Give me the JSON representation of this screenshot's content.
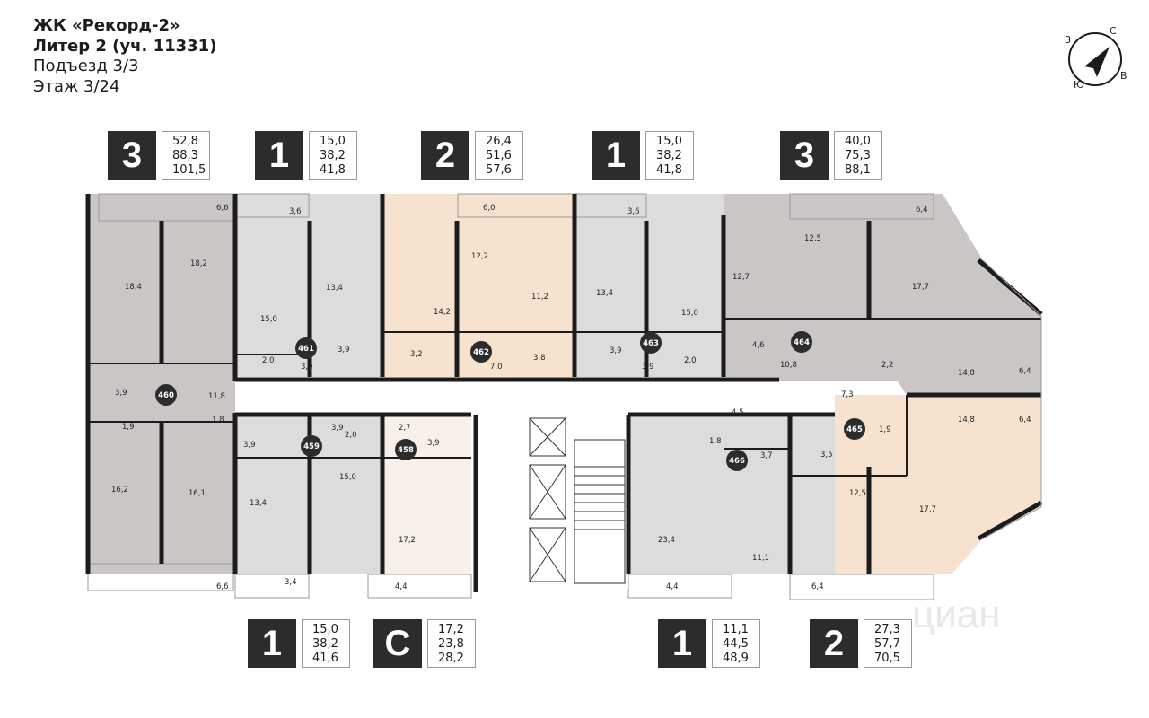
{
  "header": {
    "complex": "ЖК «Рекорд-2»",
    "liter": "Литер 2 (уч. 11331)",
    "entrance": "Подъезд 3/3",
    "floor": "Этаж 3/24"
  },
  "compass": {
    "n": "С",
    "s": "Ю",
    "w": "З",
    "e": "В"
  },
  "watermark": "циан",
  "cards_top": [
    {
      "rooms": "3",
      "a1": "52,8",
      "a2": "88,3",
      "a3": "101,5"
    },
    {
      "rooms": "1",
      "a1": "15,0",
      "a2": "38,2",
      "a3": "41,8"
    },
    {
      "rooms": "2",
      "a1": "26,4",
      "a2": "51,6",
      "a3": "57,6"
    },
    {
      "rooms": "1",
      "a1": "15,0",
      "a2": "38,2",
      "a3": "41,8"
    },
    {
      "rooms": "3",
      "a1": "40,0",
      "a2": "75,3",
      "a3": "88,1"
    }
  ],
  "cards_bottom": [
    {
      "rooms": "1",
      "a1": "15,0",
      "a2": "38,2",
      "a3": "41,6"
    },
    {
      "rooms": "С",
      "a1": "17,2",
      "a2": "23,8",
      "a3": "28,2"
    },
    {
      "rooms": "1",
      "a1": "11,1",
      "a2": "44,5",
      "a3": "48,9"
    },
    {
      "rooms": "2",
      "a1": "27,3",
      "a2": "57,7",
      "a3": "70,5"
    }
  ],
  "apartments": [
    "458",
    "459",
    "460",
    "461",
    "462",
    "463",
    "464",
    "465",
    "466"
  ],
  "room_labels": {
    "a460": [
      "6,6",
      "18,4",
      "18,2",
      "3,9",
      "11,8",
      "1,9",
      "1,8",
      "16,2",
      "16,1",
      "6,6"
    ],
    "a461": [
      "3,6",
      "15,0",
      "13,4",
      "2,0",
      "3,9",
      "3,9"
    ],
    "a462": [
      "6,0",
      "12,2",
      "11,2",
      "14,2",
      "3,2",
      "7,0",
      "3,8"
    ],
    "a463": [
      "3,6",
      "13,4",
      "15,0",
      "3,9",
      "3,9",
      "2,0"
    ],
    "a464": [
      "6,4",
      "12,5",
      "17,7",
      "12,7",
      "4,6",
      "10,8",
      "2,2",
      "14,8",
      "6,4"
    ],
    "a465": [
      "7,3",
      "1,9",
      "14,8",
      "6,4",
      "3,5",
      "12,5",
      "17,7",
      "6,4"
    ],
    "a466": [
      "4,5",
      "1,8",
      "3,7",
      "23,4",
      "11,1",
      "4,4"
    ],
    "a459": [
      "3,9",
      "3,9",
      "2,0",
      "13,4",
      "15,0",
      "3,4"
    ],
    "a458": [
      "2,7",
      "3,9",
      "17,2",
      "4,4"
    ]
  }
}
